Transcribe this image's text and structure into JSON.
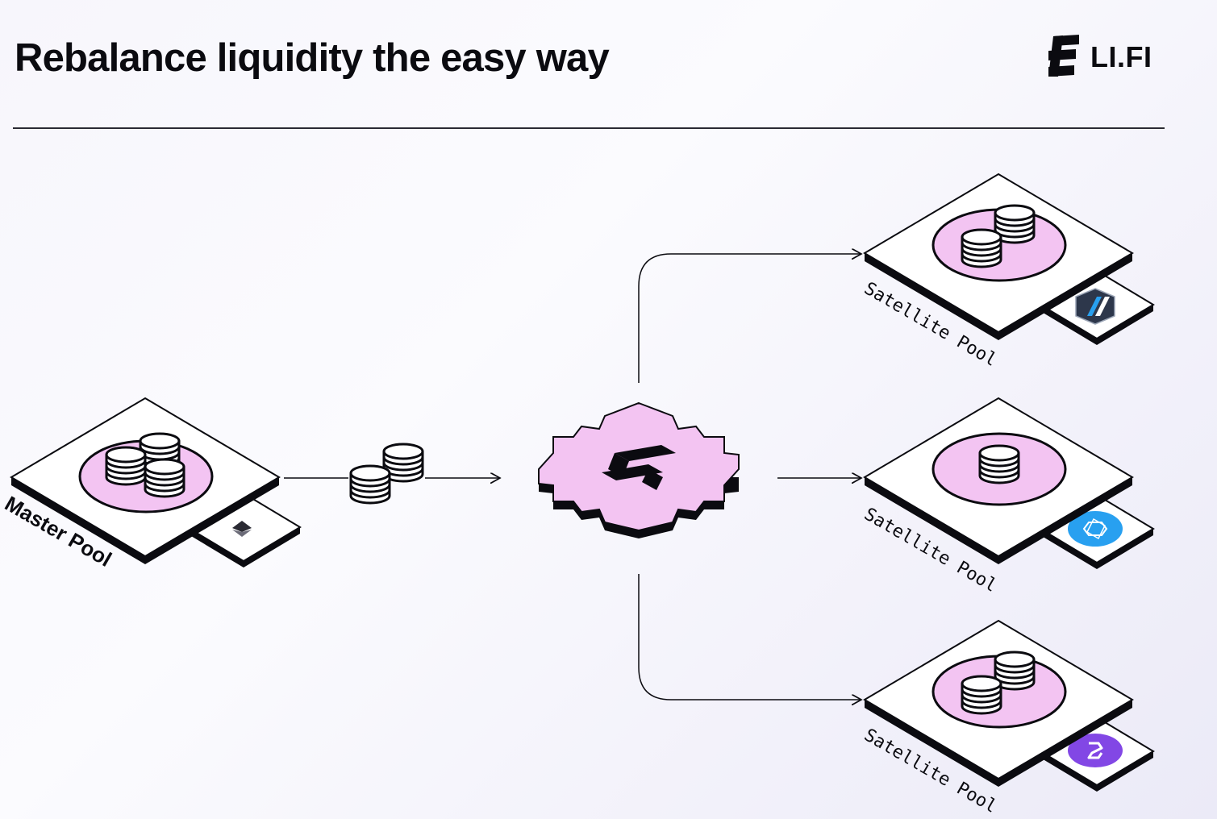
{
  "header": {
    "title": "Rebalance liquidity the easy way",
    "brand_name": "LI.FI",
    "brand_icon": "lifi-logo-icon"
  },
  "diagram": {
    "master_pool": {
      "label": "Master Pool",
      "chain_icon": "ethereum-icon",
      "coin_stacks": 3
    },
    "transfer": {
      "token_icon": "coin-stack-icon",
      "coin_stacks": 2
    },
    "hub": {
      "icon": "lifi-logo-icon",
      "color": "#f3c4f2"
    },
    "satellite_pools": [
      {
        "label": "Satellite Pool",
        "chain_icon": "arbitrum-icon",
        "coin_stacks": 2,
        "badge_color": "#2d374b"
      },
      {
        "label": "Satellite Pool",
        "chain_icon": "chain-blue-icon",
        "coin_stacks": 1,
        "badge_color": "#28a0f0"
      },
      {
        "label": "Satellite Pool",
        "chain_icon": "polygon-icon",
        "coin_stacks": 2,
        "badge_color": "#8247e5"
      }
    ],
    "colors": {
      "pool_fill": "#f3c4f2",
      "platform": "#ffffff",
      "stroke": "#0b0b10"
    }
  }
}
